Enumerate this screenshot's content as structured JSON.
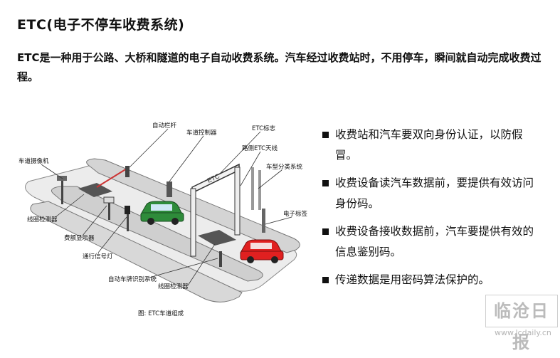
{
  "title": "ETC(电子不停车收费系统)",
  "intro": "ETC是一种用于公路、大桥和隧道的电子自动收费系统。汽车经过收费站时，不用停车，瞬间就自动完成收费过程。",
  "diagram": {
    "labels": {
      "auto_barrier": "自动栏杆",
      "lane_controller": "车道控制器",
      "etc_sign": "ETC标志",
      "lane_camera": "车道摄像机",
      "roadside_antenna": "路侧ETC天线",
      "vehicle_classifier": "车型分类系统",
      "electronic_tag": "电子标签",
      "loop_detector_1": "线圈检测器",
      "fee_display": "费额显示器",
      "traffic_light": "通行信号灯",
      "plate_recognition": "自动车牌识别系统",
      "loop_detector_2": "线圈检测器",
      "gantry_text": "ETC",
      "caption": "图: ETC车道组成"
    },
    "colors": {
      "green_car": "#2e8b3a",
      "red_car": "#e02020",
      "lane": "#e6e6e6",
      "island": "#d0d0d0"
    }
  },
  "bullets": [
    "收费站和汽车要双向身份认证，以防假冒。",
    "收费设备读汽车数据前，要提供有效访问身份码。",
    "收费设备接收数据前，汽车要提供有效的信息鉴别码。",
    "传递数据是用密码算法保护的。"
  ],
  "watermark": {
    "text": "临沧日报",
    "url": "www.lcdaily.cn"
  }
}
